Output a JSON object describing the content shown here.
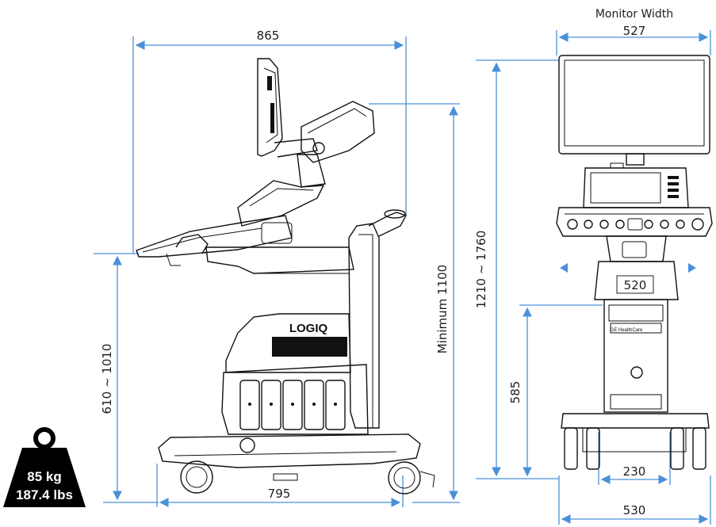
{
  "side_view": {
    "overall_length": "865",
    "base_length": "795",
    "keyboard_height": "610 ~ 1010",
    "min_height": "Minimum 1100",
    "brand_label": "LOGIQ"
  },
  "front_view": {
    "monitor_width_label": "Monitor Width",
    "monitor_width": "527",
    "overall_height": "1210 ~ 1760",
    "console_width": "520",
    "shelf_height": "585",
    "wheel_spacing": "230",
    "base_width": "530",
    "badge_text": "GE HealthCare"
  },
  "weight": {
    "kg": "85 kg",
    "lbs": "187.4 lbs"
  },
  "colors": {
    "dimension_blue": "#4a90d9",
    "line_black": "#111111"
  }
}
